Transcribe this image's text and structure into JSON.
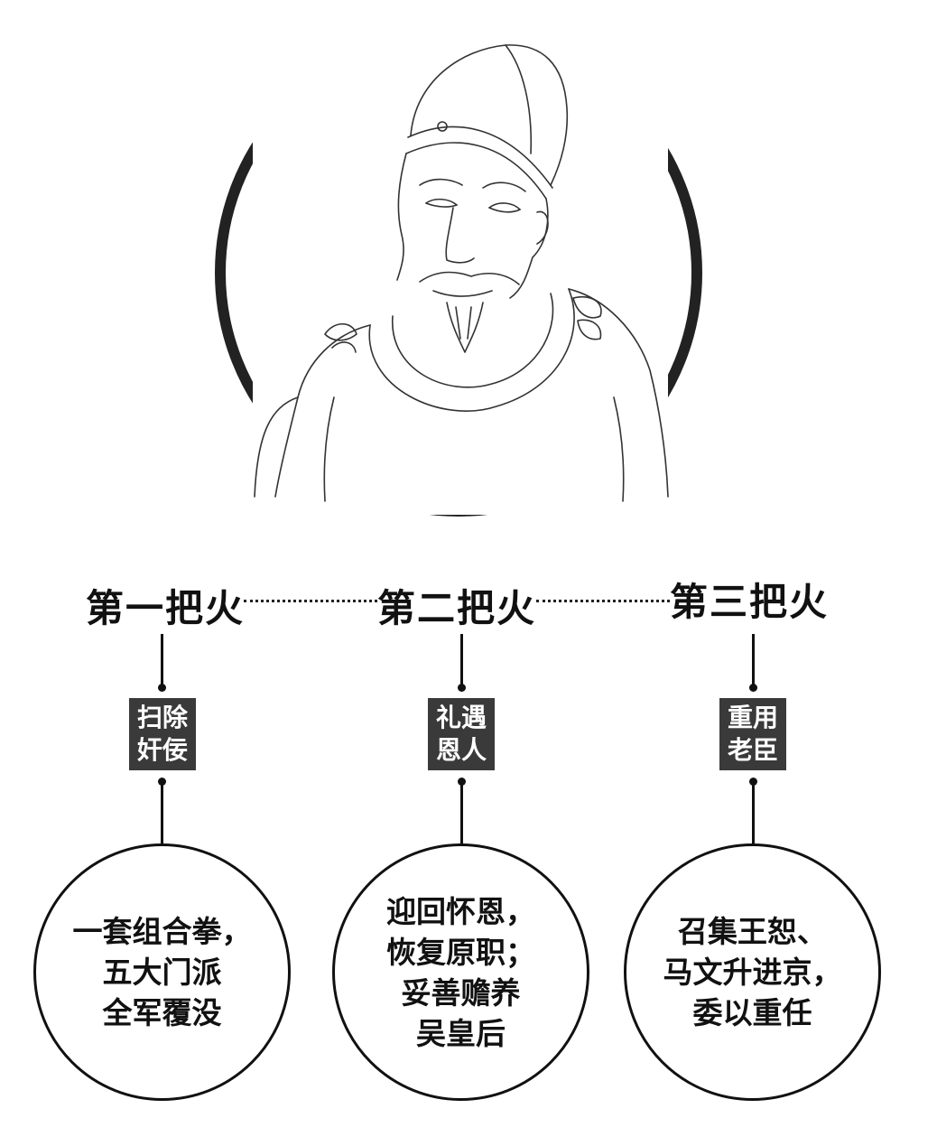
{
  "steps": [
    {
      "heading": "第一把火",
      "tag": [
        "扫除",
        "奸佞"
      ],
      "detail": [
        "一套组合拳，",
        "五大门派",
        "全军覆没"
      ]
    },
    {
      "heading": "第二把火",
      "tag": [
        "礼遇",
        "恩人"
      ],
      "detail": [
        "迎回怀恩，",
        "恢复原职；",
        "妥善赡养",
        "吴皇后"
      ]
    },
    {
      "heading": "第三把火",
      "tag": [
        "重用",
        "老臣"
      ],
      "detail": [
        "召集王恕、",
        "马文升进京，",
        "委以重任"
      ]
    }
  ],
  "colors": {
    "ink": "#111111",
    "tag_bg": "#3a3a3a",
    "tag_text": "#ffffff",
    "ring": "#222222"
  },
  "icons": {
    "portrait": "emperor-portrait-illustration"
  }
}
